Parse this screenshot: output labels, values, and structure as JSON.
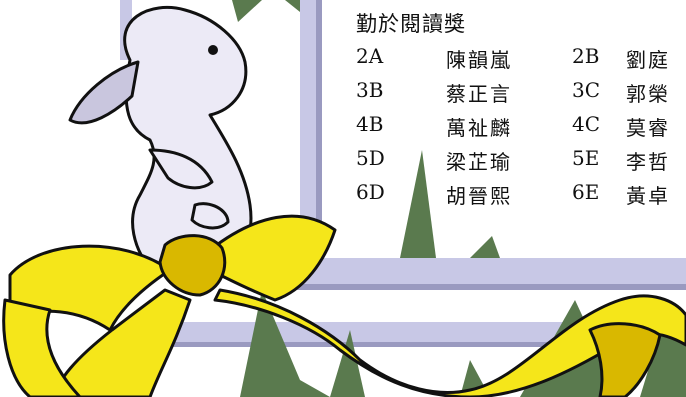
{
  "heading": "勤於閱讀獎",
  "rows": [
    {
      "class_a": "2A",
      "name_a": "陳韻嵐",
      "class_b": "2B",
      "name_b": "劉庭"
    },
    {
      "class_a": "3B",
      "name_a": "蔡正言",
      "class_b": "3C",
      "name_b": "郭榮"
    },
    {
      "class_a": "4B",
      "name_a": "萬祉麟",
      "class_b": "4C",
      "name_b": "莫睿"
    },
    {
      "class_a": "5D",
      "name_a": "梁芷瑜",
      "class_b": "5E",
      "name_b": "李哲"
    },
    {
      "class_a": "6D",
      "name_a": "胡晉熙",
      "class_b": "6E",
      "name_b": "黃卓"
    }
  ],
  "colors": {
    "ribbon": "#f5e61a",
    "ribbon_shadow": "#d9b800",
    "rabbit": "#eceaf6",
    "rabbit_shade": "#c9c6de",
    "leaf": "#5a7a4e",
    "frame": "#c8c8e6",
    "frame_dark": "#9a9ac0"
  }
}
